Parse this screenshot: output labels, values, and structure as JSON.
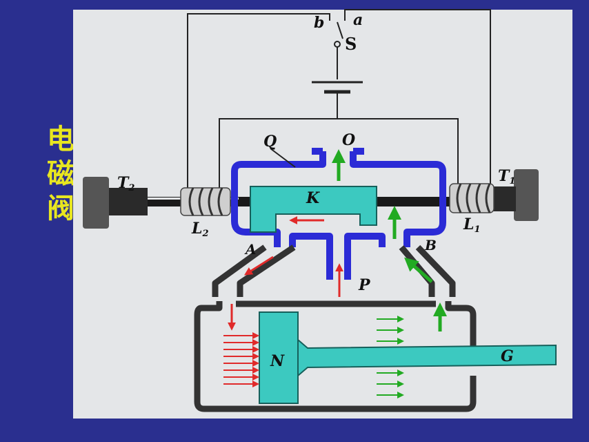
{
  "title_chars": [
    "电",
    "磁",
    "阀"
  ],
  "labels": {
    "switch_b": "b",
    "switch_a": "a",
    "switch_s": "S",
    "outlet_o": "O",
    "housing_q": "Q",
    "spool_k": "K",
    "port_a": "A",
    "port_b": "B",
    "inlet_p": "P",
    "piston_n": "N",
    "rod_g": "G",
    "core_t2": "T",
    "core_t2_sub": "2",
    "core_t1": "T",
    "core_t1_sub": "1",
    "coil_l2": "L",
    "coil_l2_sub": "2",
    "coil_l1": "L",
    "coil_l1_sub": "1"
  },
  "colors": {
    "frame": "#2a2f8f",
    "panel": "#e4e6e8",
    "valve_body": "#2b2bd6",
    "spool": "#3cc9c0",
    "cylinder": "#333333",
    "flow_red": "#e02a2a",
    "flow_green": "#22aa22",
    "title": "#e8e620"
  }
}
